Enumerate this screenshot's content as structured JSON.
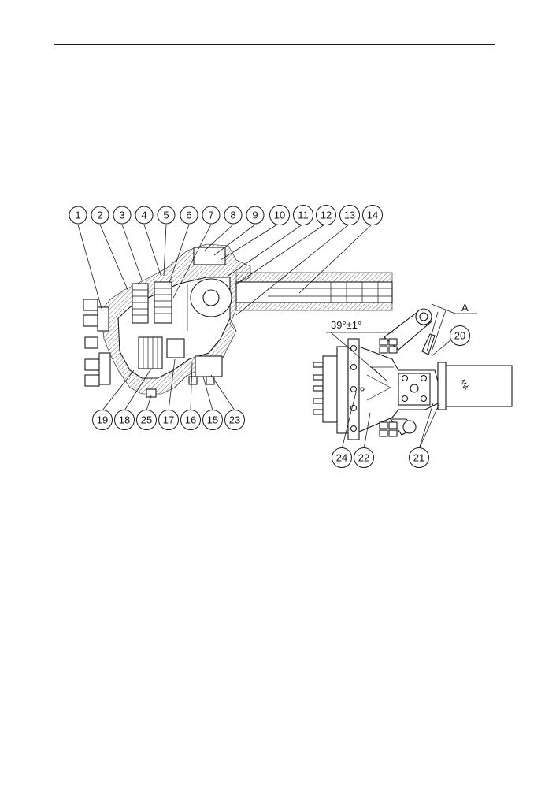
{
  "labels": {
    "top": [
      "1",
      "2",
      "3",
      "4",
      "5",
      "6",
      "7",
      "8",
      "9",
      "10",
      "11",
      "12",
      "13",
      "14"
    ],
    "bottom_left": [
      "19",
      "18",
      "25",
      "17",
      "16",
      "15",
      "23"
    ],
    "right_view": [
      "20",
      "24",
      "22",
      "21"
    ]
  },
  "annotations": {
    "angle": "39°±1°",
    "section_letter": "A"
  }
}
